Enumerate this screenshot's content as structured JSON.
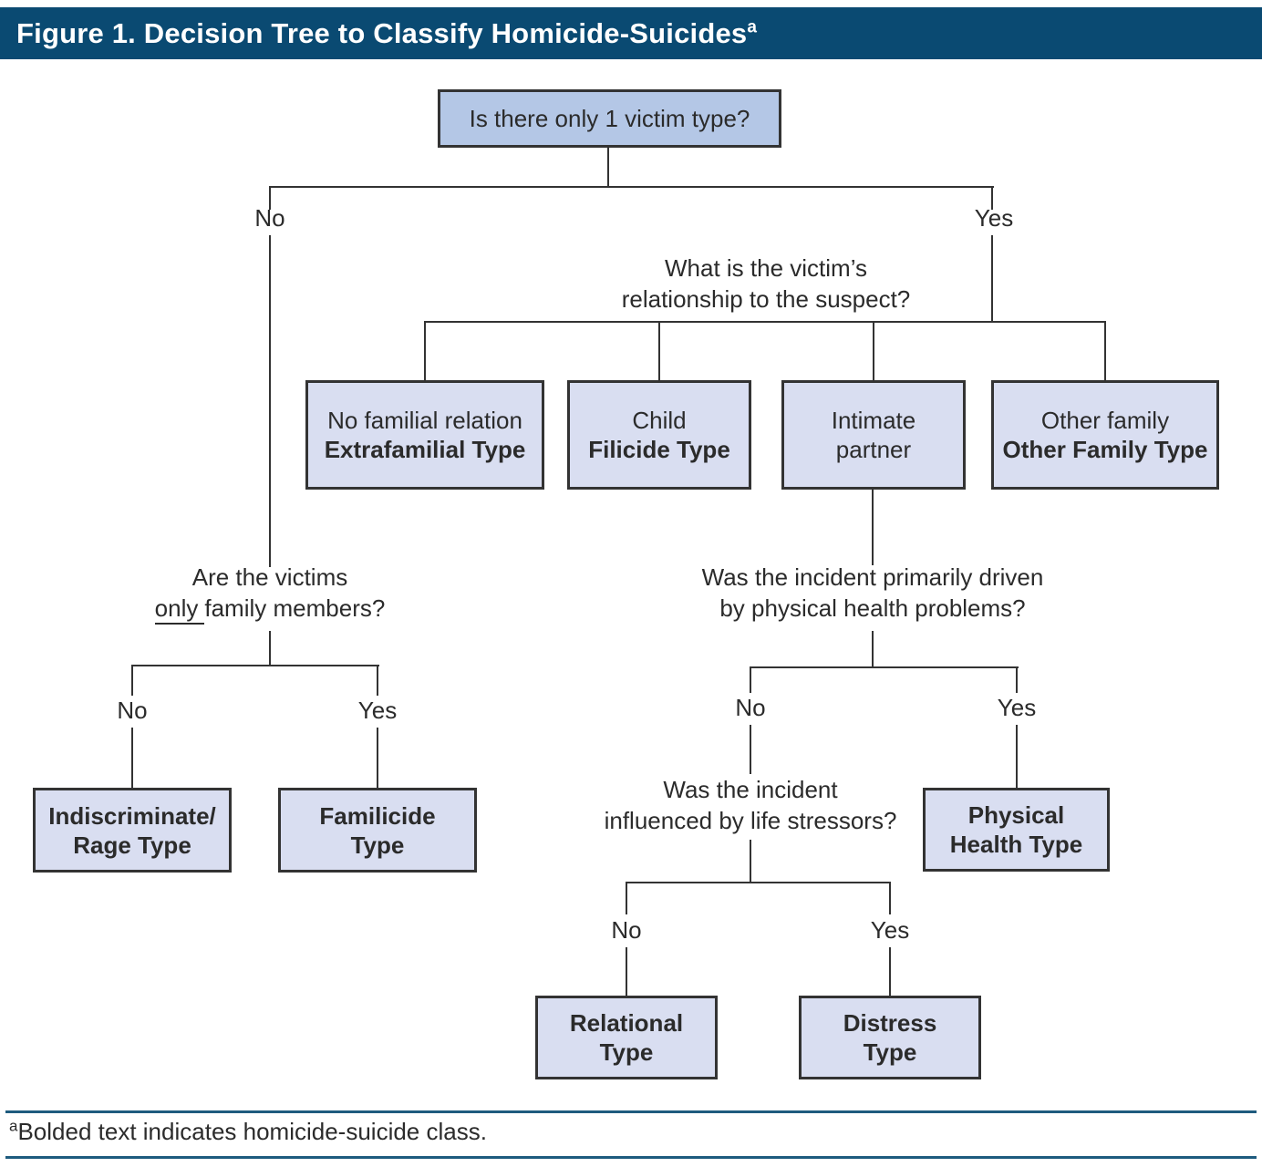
{
  "header": {
    "title": "Figure 1. Decision Tree to Classify Homicide-Suicides",
    "superscript": "a"
  },
  "labels": {
    "no": "No",
    "yes": "Yes"
  },
  "nodes": {
    "root": {
      "question": "Is there only 1 victim type?"
    },
    "relationship_question": {
      "line1": "What is the victim’s",
      "line2": "relationship to the suspect?"
    },
    "only_family_question": {
      "line1": "Are the victims",
      "underlined_word": "only",
      "line2_rest": "family members?"
    },
    "extrafamilial": {
      "label": "No familial relation",
      "class_name": "Extrafamilial Type"
    },
    "filicide": {
      "label": "Child",
      "class_name": "Filicide Type"
    },
    "intimate_partner": {
      "line1": "Intimate",
      "line2": "partner"
    },
    "other_family": {
      "label": "Other family",
      "class_name": "Other Family Type"
    },
    "physical_question": {
      "line1": "Was the incident primarily driven",
      "line2": "by physical health problems?"
    },
    "stressors_question": {
      "line1": "Was the incident",
      "line2": "influenced by life stressors?"
    },
    "indiscriminate": {
      "line1": "Indiscriminate/",
      "line2": "Rage Type"
    },
    "familicide": {
      "line1": "Familicide",
      "line2": "Type"
    },
    "physical_health": {
      "line1": "Physical",
      "line2": "Health Type"
    },
    "relational": {
      "line1": "Relational",
      "line2": "Type"
    },
    "distress": {
      "line1": "Distress",
      "line2": "Type"
    }
  },
  "footnote": {
    "superscript": "a",
    "text": "Bolded text indicates homicide-suicide class."
  },
  "colors": {
    "header_bg": "#0a4a72",
    "root_fill": "#b4c7e6",
    "type_fill": "#d9def1",
    "line": "#333333",
    "rule": "#1e5b7e"
  }
}
